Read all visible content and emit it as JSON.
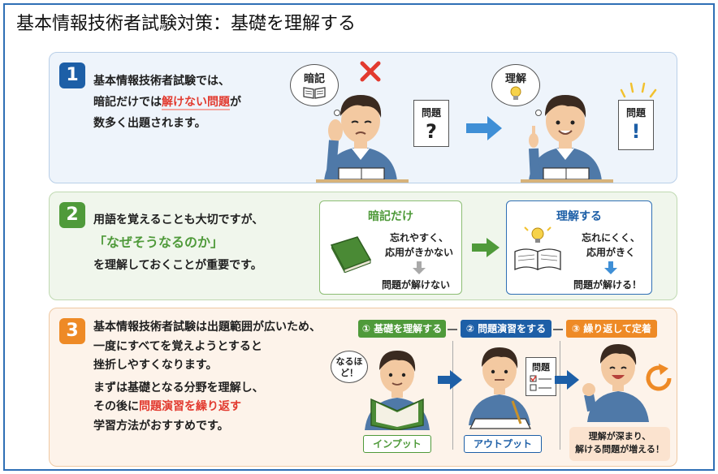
{
  "title": "基本情報技術者試験対策：基礎を理解する",
  "panel1": {
    "number": "1",
    "line1": "基本情報技術者試験では、",
    "line2_pre": "暗記だけでは",
    "line2_red": "解けない問題",
    "line2_post": "が",
    "line3": "数多く出題されます。",
    "bubble_left": "暗記",
    "card_left_label": "問題",
    "card_left_mark": "?",
    "bubble_right": "理解",
    "card_right_label": "問題",
    "card_right_mark": "!",
    "colors": {
      "accent": "#1d5fa7",
      "cross": "#e23a2f",
      "arrow": "#3f8fd6"
    }
  },
  "panel2": {
    "number": "2",
    "line1": "用語を覚えることも大切ですが、",
    "line2": "「なぜそうなるのか」",
    "line3": "を理解しておくことが重要です。",
    "left_box": {
      "title": "暗記だけ",
      "desc1": "忘れやすく、",
      "desc2": "応用がきかない",
      "result": "問題が解けない"
    },
    "right_box": {
      "title": "理解する",
      "desc1": "忘れにくく、",
      "desc2": "応用がきく",
      "result": "問題が解ける！"
    },
    "colors": {
      "accent": "#4f9a3a",
      "blue": "#2f6fb5"
    }
  },
  "panel3": {
    "number": "3",
    "line1": "基本情報技術者試験は出題範囲が広いため、",
    "line2": "一度にすべてを覚えようとすると",
    "line3": "挫折しやすくなります。",
    "line4": "まずは基礎となる分野を理解し、",
    "line5_pre": "その後に",
    "line5_red": "問題演習を繰り返す",
    "line6": "学習方法がおすすめです。",
    "steps": [
      {
        "label": "① 基礎を理解する",
        "color": "#4f9a3a"
      },
      {
        "label": "② 問題演習をする",
        "color": "#1d5fa7"
      },
      {
        "label": "③ 繰り返して定着",
        "color": "#ee8a26"
      }
    ],
    "bubble": "なるほど！",
    "card_label": "問題",
    "tag_input": "インプット",
    "tag_output": "アウトプット",
    "result_line1": "理解が深まり、",
    "result_line2": "解ける問題が増える！",
    "colors": {
      "accent": "#ee8a26"
    }
  }
}
